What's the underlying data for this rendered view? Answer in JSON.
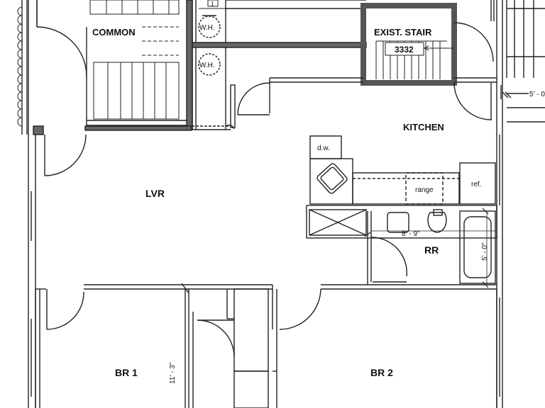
{
  "rooms": {
    "common": "COMMON",
    "exist_stair": "EXIST. STAIR",
    "kitchen": "KITCHEN",
    "lvr": "LVR",
    "rr": "RR",
    "br1": "BR 1",
    "br2": "BR 2"
  },
  "tags": {
    "stair_number": "3332",
    "wh_1": "W.H.",
    "wh_2": "W.H.",
    "dw": "d.w.",
    "range": "range",
    "ref": "ref.",
    "marker_1": "1"
  },
  "dimensions": {
    "top_right": "5' - 0",
    "bath_width": "8' - 9\"",
    "tub_length": "5' - 0\"",
    "br1_width": "11' - 3\""
  },
  "colors": {
    "line": "#222222",
    "wall_fill": "#666666",
    "background": "#ffffff"
  }
}
